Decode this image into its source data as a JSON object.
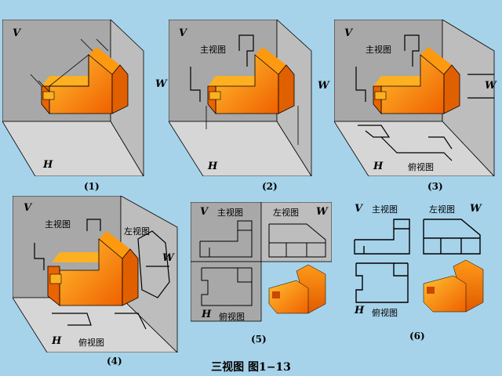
{
  "planes": {
    "v": "V",
    "w": "W",
    "h": "H"
  },
  "views": {
    "front": "主视图",
    "left": "左视图",
    "top": "俯视图"
  },
  "captions": [
    "(1)",
    "(2)",
    "(3)",
    "(4)",
    "(5)",
    "(6)"
  ],
  "footer": "三视图   图1−13",
  "colors": {
    "background": "#a7d3ea",
    "plane_gray": "#a8a8a8",
    "floor_gray": "#d6d6d6",
    "orange_light": "#ffb020",
    "orange_dark": "#f06800"
  }
}
